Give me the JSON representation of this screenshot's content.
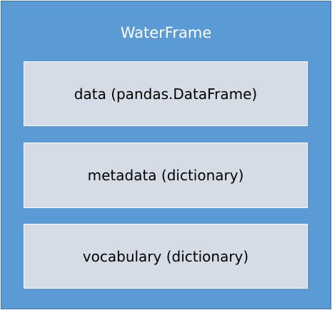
{
  "diagram": {
    "container": {
      "title": "WaterFrame"
    },
    "components": [
      {
        "label": "data (pandas.DataFrame)"
      },
      {
        "label": "metadata (dictionary)"
      },
      {
        "label": "vocabulary (dictionary)"
      }
    ],
    "colors": {
      "container_fill": "#5b9bd5",
      "container_border": "#41719c",
      "component_fill": "#d6dce5",
      "component_border": "#ffffff",
      "title_text": "#ffffff",
      "component_text": "#000000"
    }
  }
}
